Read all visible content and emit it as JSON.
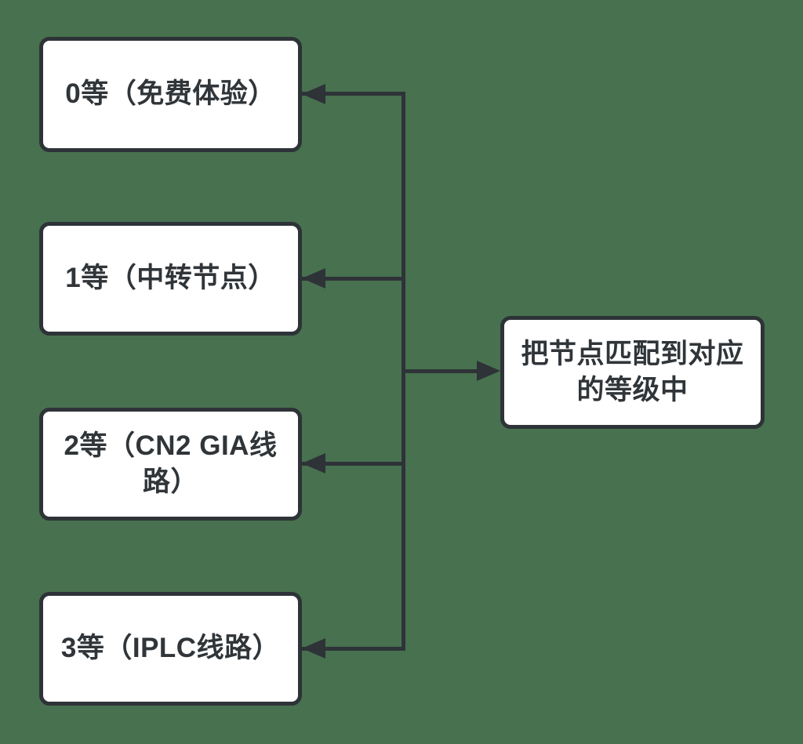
{
  "diagram": {
    "type": "flowchart",
    "colors": {
      "background": "#48714F",
      "stroke": "#2E3338",
      "node_fill": "#FFFFFF",
      "text": "#303539"
    },
    "left_nodes": [
      {
        "id": "level-0",
        "label": "0等（免费体验）"
      },
      {
        "id": "level-1",
        "label": "1等（中转节点）"
      },
      {
        "id": "level-2",
        "label": "2等（CN2 GIA线路）"
      },
      {
        "id": "level-3",
        "label": "3等（IPLC线路）"
      }
    ],
    "right_node": {
      "id": "match-result",
      "label": "把节点匹配到对应的等级中"
    },
    "edges": [
      {
        "from": "trunk",
        "to": "level-0",
        "arrow": "left"
      },
      {
        "from": "trunk",
        "to": "level-1",
        "arrow": "left"
      },
      {
        "from": "trunk",
        "to": "level-2",
        "arrow": "left"
      },
      {
        "from": "trunk",
        "to": "level-3",
        "arrow": "left"
      },
      {
        "from": "trunk",
        "to": "match-result",
        "arrow": "right"
      }
    ]
  }
}
